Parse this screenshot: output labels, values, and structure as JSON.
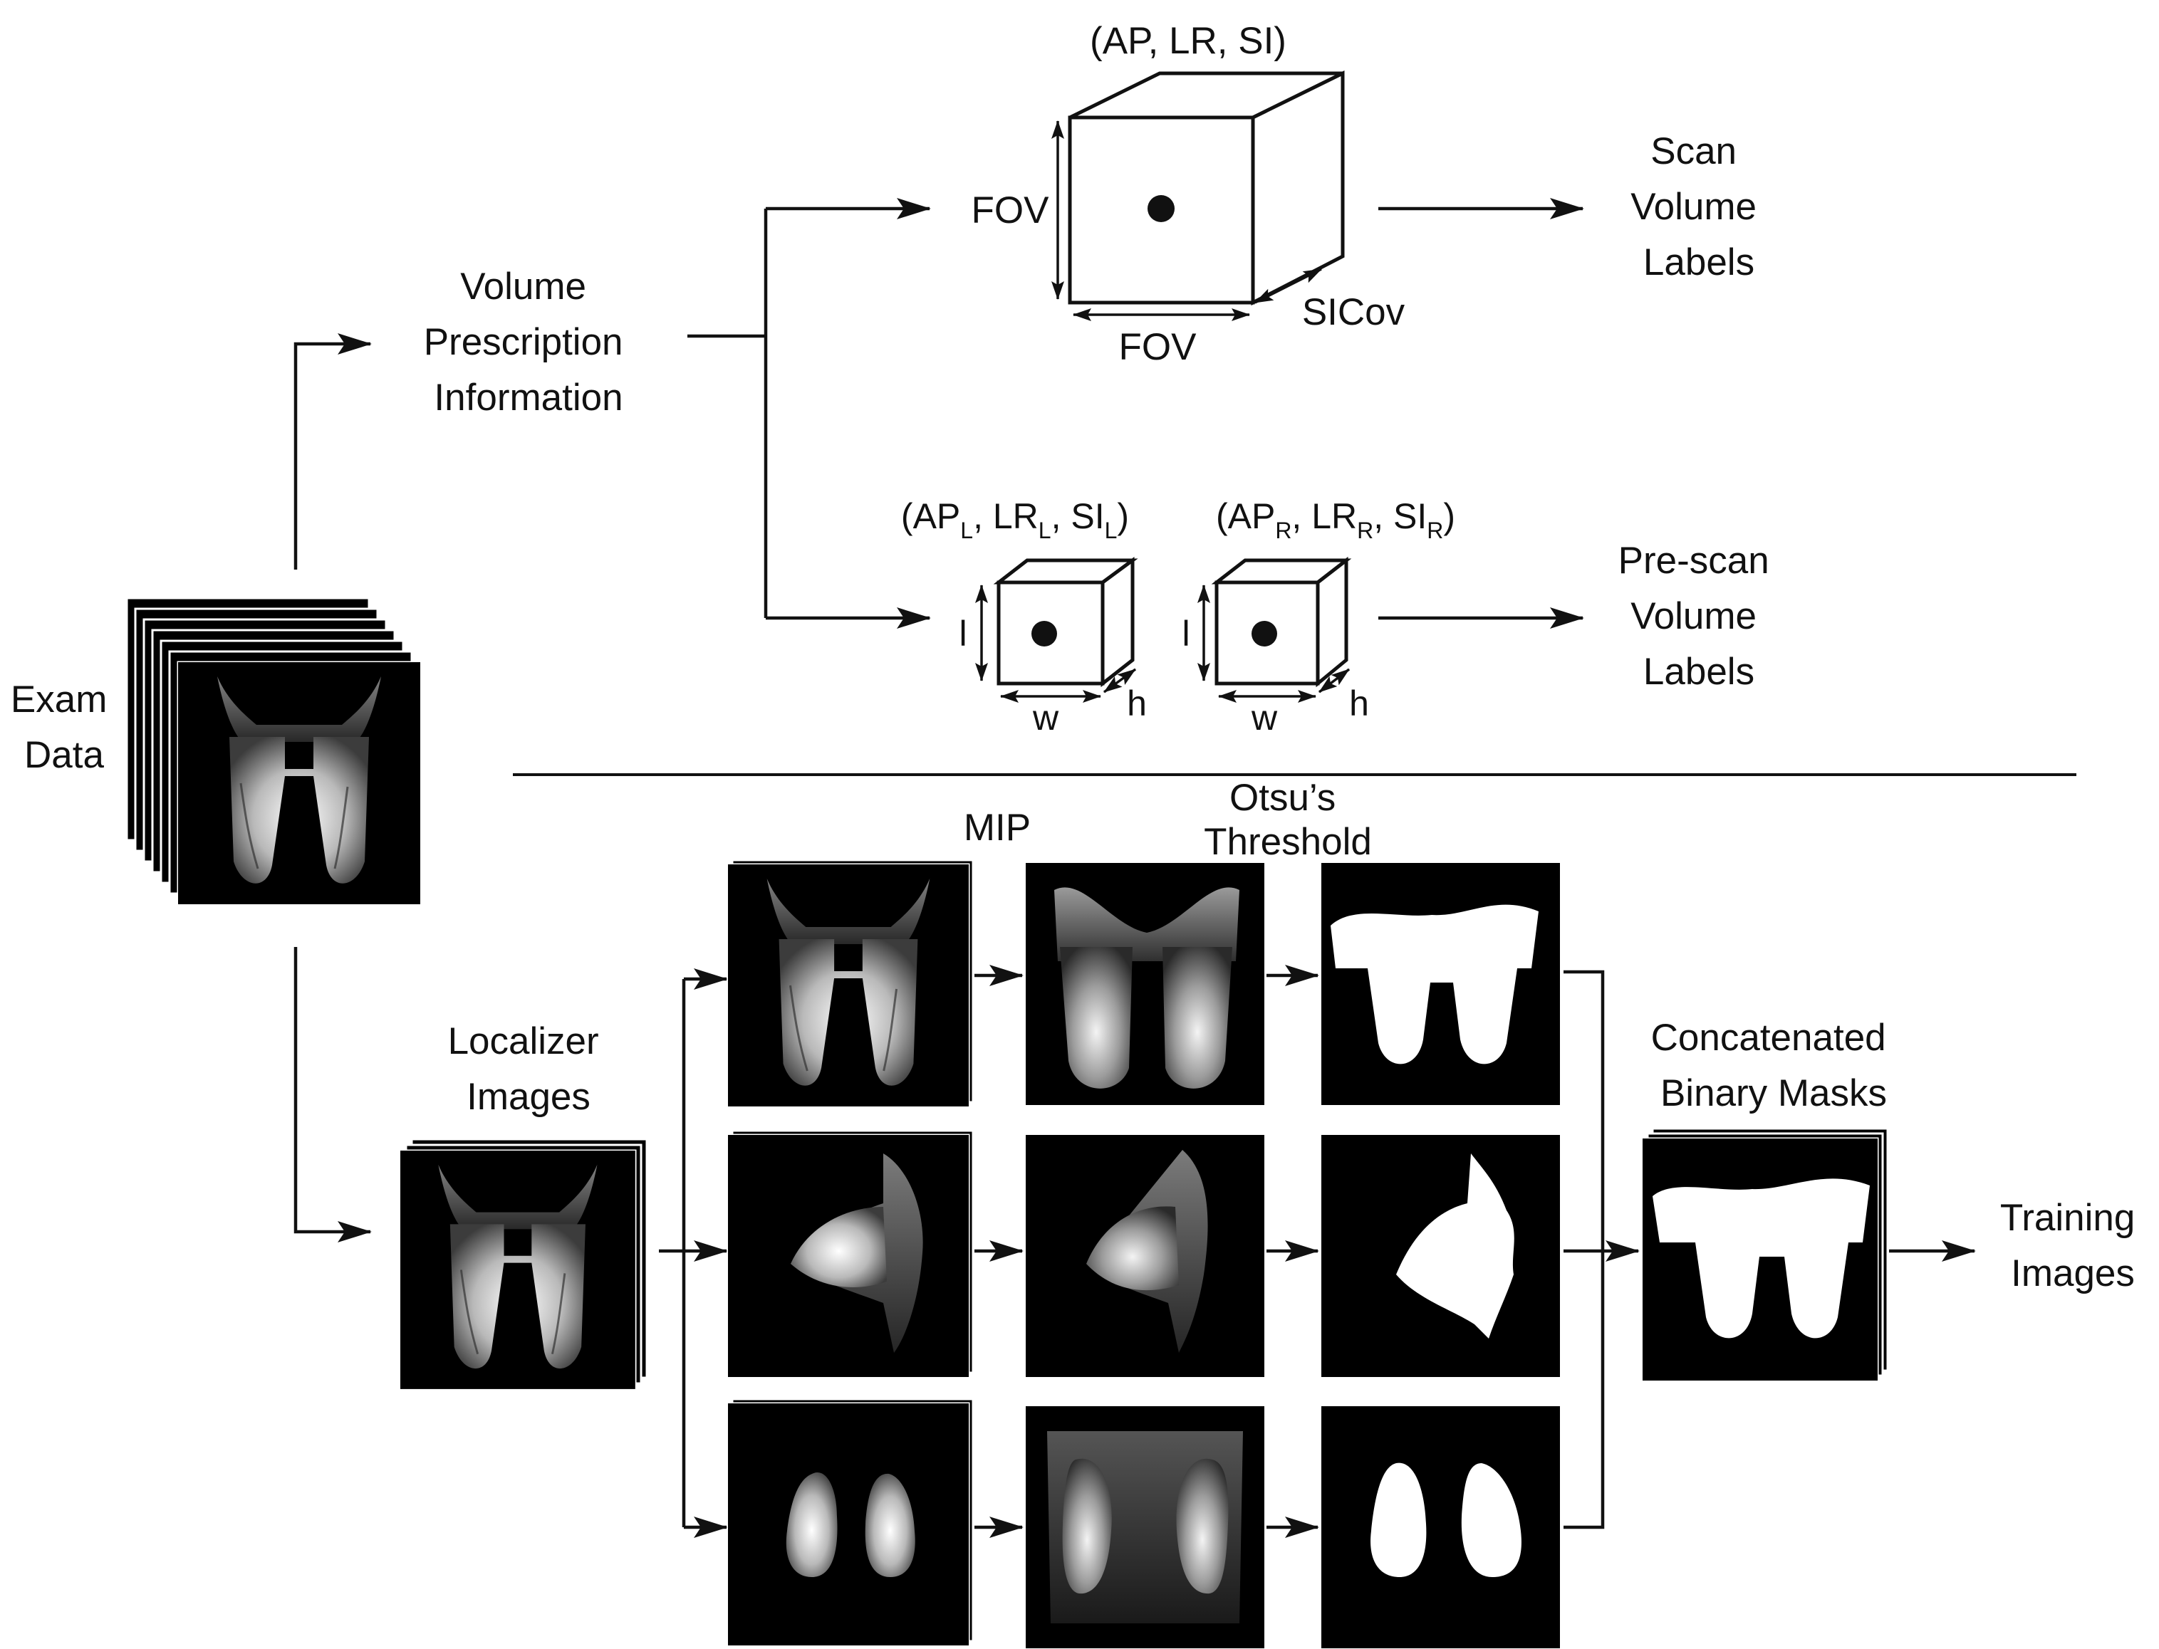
{
  "labels": {
    "exam_data": [
      "Exam",
      "Data"
    ],
    "volume_prescription": [
      "Volume",
      "Prescription",
      "Information"
    ],
    "scan_coords": "(AP, LR, SI)",
    "fov_vertical": "FOV",
    "fov_horizontal": "FOV",
    "sicov": "SICov",
    "scan_volume_labels": [
      "Scan",
      "Volume",
      "Labels"
    ],
    "prescan_left_coords": {
      "open": "(AP",
      "s1": "L",
      "m1": ", LR",
      "s2": "L",
      "m2": ", SI",
      "s3": "L",
      "close": ")"
    },
    "prescan_right_coords": {
      "open": "(AP",
      "s1": "R",
      "m1": ", LR",
      "s2": "R",
      "m2": ", SI",
      "s3": "R",
      "close": ")"
    },
    "dim_l": "l",
    "dim_w": "w",
    "dim_h": "h",
    "prescan_volume_labels": [
      "Pre-scan",
      "Volume",
      "Labels"
    ],
    "mip": "MIP",
    "otsu": [
      "Otsu’s",
      "Threshold"
    ],
    "localizer_images": [
      "Localizer",
      "Images"
    ],
    "concatenated_masks": [
      "Concatenated",
      "Binary Masks"
    ],
    "training_images": [
      "Training",
      "Images"
    ]
  },
  "colors": {
    "line": "#111111",
    "image_background": "#000000",
    "tissue_highlight": "#f2f2f2",
    "tissue_mid": "#9a9a9a",
    "mask": "#ffffff"
  },
  "icons": {
    "axes_double_arrow": "double-headed-arrow",
    "center_point": "filled-dot",
    "flow_arrow": "right-arrow"
  }
}
